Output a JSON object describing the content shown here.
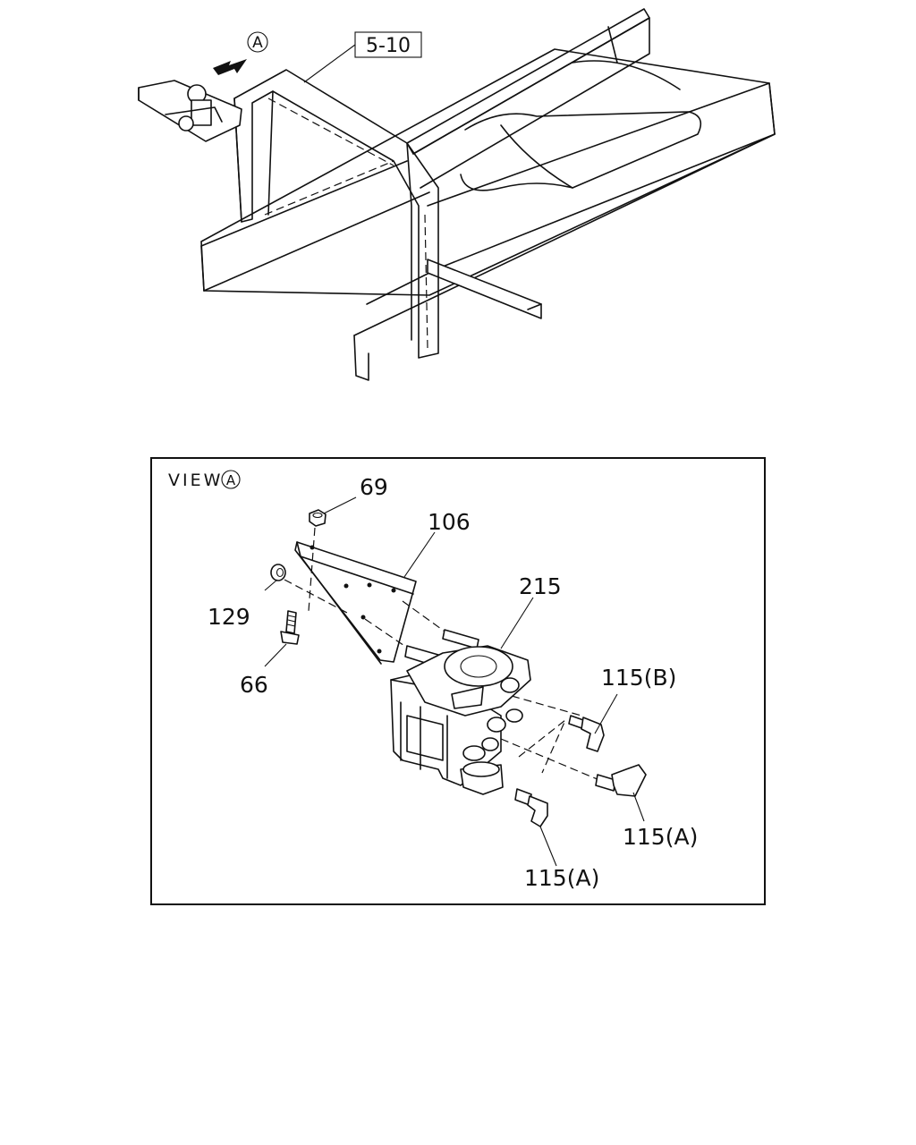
{
  "overview": {
    "view_marker": "A",
    "ref_box": "5-10"
  },
  "detail": {
    "view_title": "VIEW",
    "view_marker": "A",
    "callouts": {
      "nut": "69",
      "bracket": "106",
      "washer": "129",
      "bolt": "66",
      "valve": "215",
      "fitting_b": "115(B)",
      "fitting_a_right": "115(A)",
      "fitting_a_bottom": "115(A)"
    }
  }
}
